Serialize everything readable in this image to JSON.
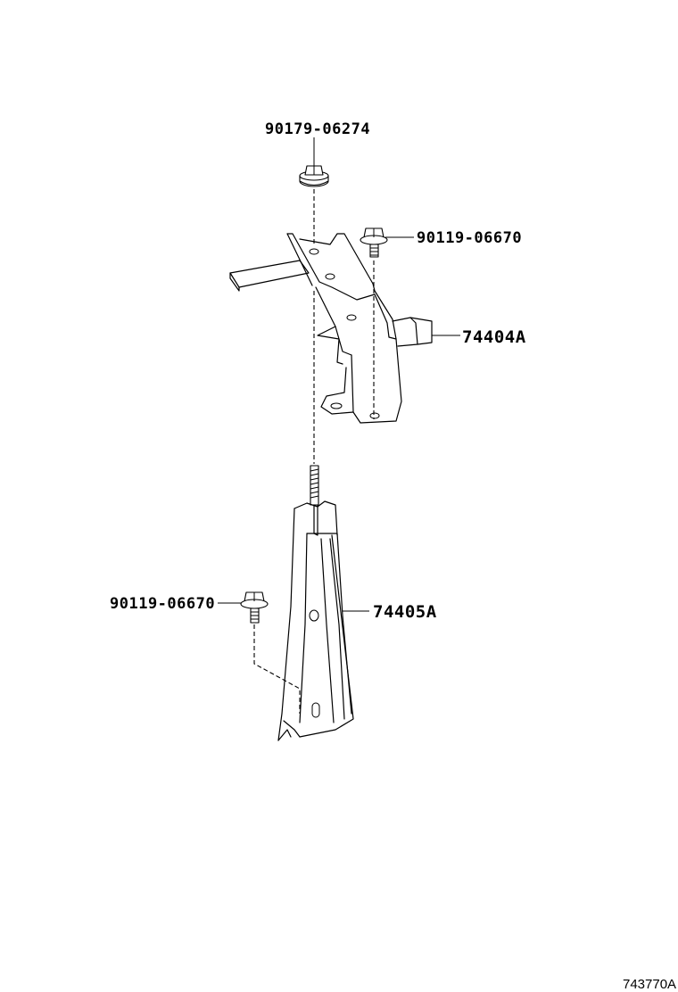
{
  "callouts": {
    "nut_top": "90179-06274",
    "bolt_right": "90119-06670",
    "bracket_upper": "74404A",
    "bracket_lower": "74405A",
    "bolt_left": "90119-06670"
  },
  "illustration_ref": "743770A"
}
